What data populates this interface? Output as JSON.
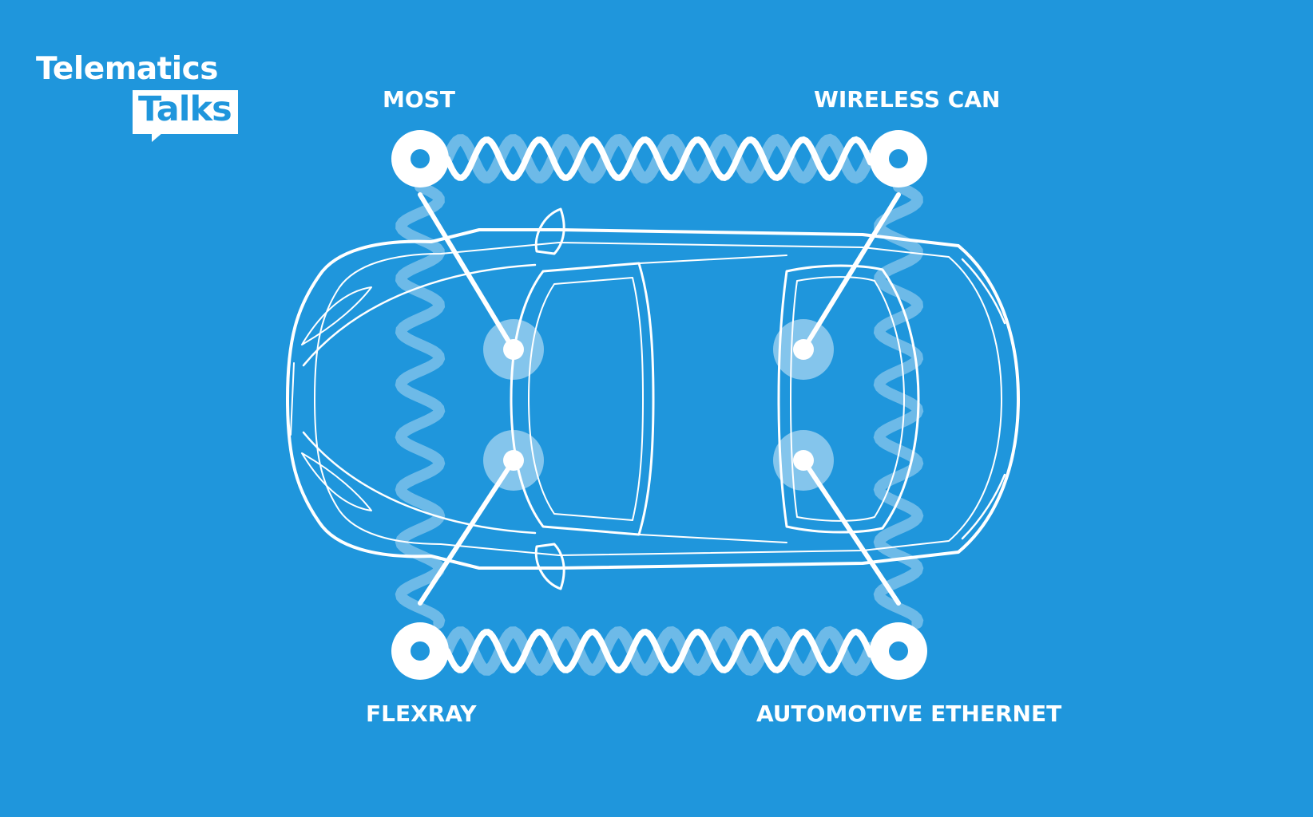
{
  "brand": {
    "line1": "Telematics",
    "line2": "Talks"
  },
  "networks": {
    "top_left": "MOST",
    "top_right": "WIRELESS CAN",
    "bottom_left": "FLEXRAY",
    "bottom_right": "AUTOMOTIVE ETHERNET"
  },
  "colors": {
    "background": "#1f96dc",
    "line": "#ffffff"
  }
}
